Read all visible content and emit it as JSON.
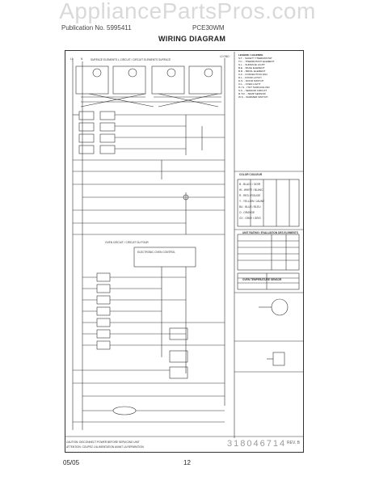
{
  "watermark": "AppliancePartsPros.com",
  "header": {
    "left": "Publication No. 5995411",
    "right": "PCE30WM",
    "title": "WIRING DIAGRAM"
  },
  "diagram": {
    "l1": "L1",
    "n": "N",
    "l2": "L2 GND",
    "surface_header": "SURFACE ELEMENTS L.CIRCUIT / CIRCUIT ELEMENTS SURFACE",
    "oven_circuit_label": "OVEN CIRCUIT / CIRCUIT DU FOUR",
    "fiber_label": "ELECTRONIC OVEN CONTROL",
    "legend_title": "LEGEND / LEGENDE",
    "legend_items": [
      "S.T. - SAFETY THERMOSTAT",
      "T.C. - THERMOSTAT ELEMENT",
      "S.L. - SURFACE LIGHT",
      "B.E. - BAKE ELEMENT",
      "B.R. - BROIL ELEMENT",
      "C.F. - CONVECTION FAN",
      "D.L. - DOOR LATCH",
      "D.S. - DOOR SWITCH",
      "O.L. - OVEN LIGHT",
      "H.I.S. - HOT SURFACE IND",
      "S.C. - SENSOR CIRCUIT",
      "R.T.D. - TEMP SENSOR",
      "W.S. - WARMER SWITCH"
    ],
    "wire_colors_title": "COLOR   COULEUR",
    "wire_colors": [
      "B - BLACK / NOIR",
      "W - WHITE / BLANC",
      "R - RED / ROUGE",
      "Y - YELLOW / JAUNE",
      "BU - BLUE / BLEU",
      "O - ORANGE",
      "GY - GRAY / GRIS"
    ],
    "unit_rating_title": "UNIT RATING / EVALUATION DES ELEMENTS",
    "sensor_title": "OVEN TEMPERATURE SENSOR",
    "footer_caution": "CAUTION: DISCONNECT POWER BEFORE SERVICING UNIT",
    "footer_caution_fr": "ATTENTION: COUPEZ L'ALIMENTATION AVANT LA REPARATION"
  },
  "part_number": "318046714",
  "revision": "REV. B",
  "footer": {
    "date": "05/05",
    "page": "12"
  }
}
